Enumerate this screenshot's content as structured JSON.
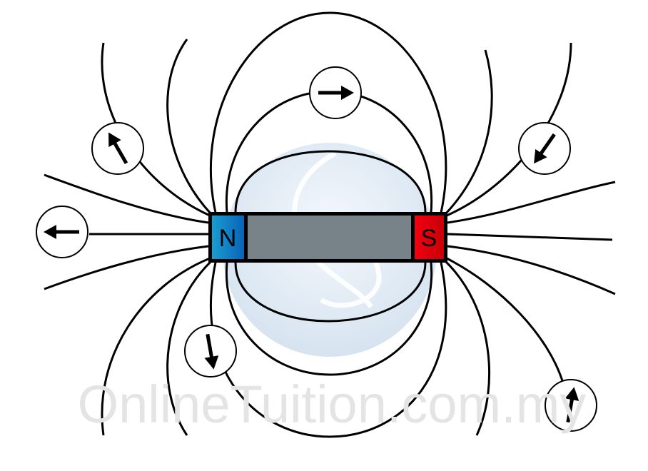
{
  "diagram": {
    "magnet": {
      "north_label": "N",
      "south_label": "S"
    },
    "colors": {
      "north": "#0a78c0",
      "south": "#e00010",
      "body": "#7e8990",
      "watermark_globe": "#dce8f4"
    },
    "compasses": [
      {
        "name": "top",
        "direction": "right"
      },
      {
        "name": "upper-left",
        "direction": "up-left"
      },
      {
        "name": "left",
        "direction": "left"
      },
      {
        "name": "upper-right",
        "direction": "down-left"
      },
      {
        "name": "lower-left",
        "direction": "down"
      },
      {
        "name": "lower-right",
        "direction": "up"
      }
    ],
    "watermark": "OnlineTuition.com.my"
  }
}
